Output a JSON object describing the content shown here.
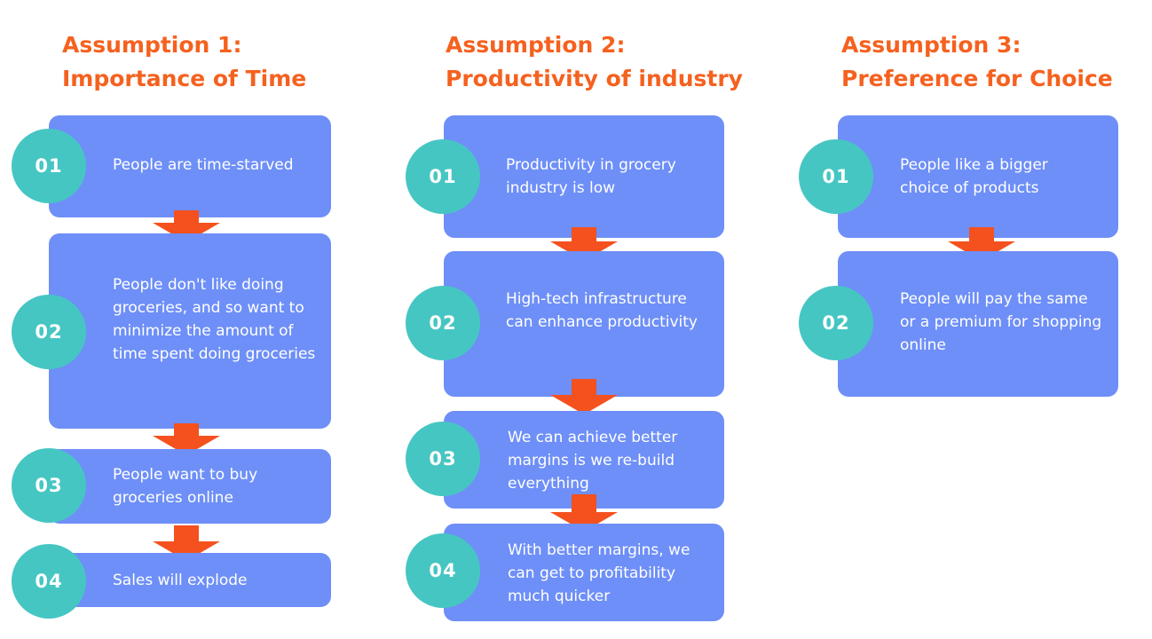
{
  "colors": {
    "title": "#f5611f",
    "box": "#6e8ff7",
    "circle": "#46c6c3",
    "arrow": "#f4511e"
  },
  "columns": [
    {
      "title_line1": "Assumption 1:",
      "title_line2": "Importance of Time",
      "steps": [
        {
          "num": "01",
          "text": "People are time-starved"
        },
        {
          "num": "02",
          "text": "People don't like doing groceries, and so want to minimize the amount of time spent doing groceries"
        },
        {
          "num": "03",
          "text": "People want to buy groceries online"
        },
        {
          "num": "04",
          "text": "Sales will explode"
        }
      ]
    },
    {
      "title_line1": "Assumption 2:",
      "title_line2": "Productivity of industry",
      "steps": [
        {
          "num": "01",
          "text": "Productivity in grocery industry is low"
        },
        {
          "num": "02",
          "text": "High-tech infrastructure can enhance productivity"
        },
        {
          "num": "03",
          "text": "We can achieve better margins is we re-build everything"
        },
        {
          "num": "04",
          "text": "With better margins, we can get to profitability much quicker"
        }
      ]
    },
    {
      "title_line1": "Assumption 3:",
      "title_line2": "Preference for Choice",
      "steps": [
        {
          "num": "01",
          "text": "People like a bigger choice of products"
        },
        {
          "num": "02",
          "text": "People will pay the same or a premium for shopping online"
        }
      ]
    }
  ]
}
